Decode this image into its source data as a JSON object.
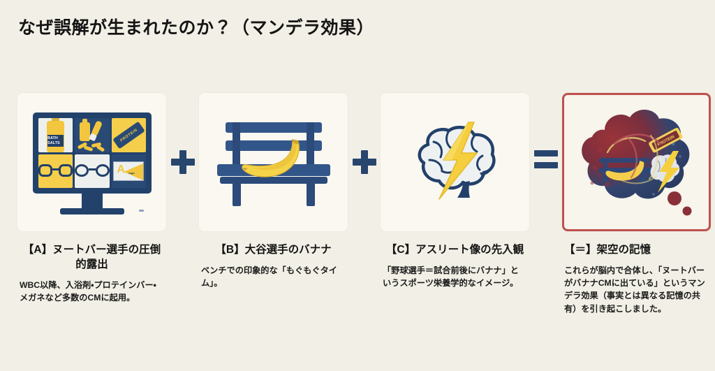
{
  "page": {
    "title": "なぜ誤解が生まれたのか？（マンデラ効果）",
    "background_color": "#f2f0e6",
    "accent_navy": "#28456e",
    "accent_yellow": "#f2c63e",
    "highlight_border": "#c0504d"
  },
  "operators": {
    "plus_1": "+",
    "plus_2": "+",
    "equals": "="
  },
  "panels": [
    {
      "id": "A",
      "icon_name": "tv-monitor-cm-grid",
      "heading": "【A】ヌートバー選手の圧倒的露出",
      "body": "WBC以降、入浴剤・プロテインバー・メガネなど多数のCMに起用。",
      "highlighted": false,
      "tv_tiles": [
        {
          "name": "bath-salts-bottle",
          "label": "BATH SALTS"
        },
        {
          "name": "spray-bottle-brush",
          "label": ""
        },
        {
          "name": "protein-bar",
          "label": "PROTEIN"
        },
        {
          "name": "eyeglasses-yellow",
          "label": ""
        },
        {
          "name": "eyeglasses-round",
          "label": ""
        },
        {
          "name": "brand-logo",
          "label": "A"
        }
      ]
    },
    {
      "id": "B",
      "icon_name": "banana-on-park-bench",
      "heading": "【B】大谷選手のバナナ",
      "body": "ベンチでの印象的な「もぐもぐタイム」。",
      "highlighted": false
    },
    {
      "id": "C",
      "icon_name": "brain-with-lightning-bolt",
      "heading": "【C】アスリート像の先入観",
      "body": "「野球選手＝試合前後にバナナ」というスポーツ栄養学的なイメージ。",
      "highlighted": false
    },
    {
      "id": "=",
      "icon_name": "thought-cloud-false-memory",
      "heading": "【＝】架空の記憶",
      "body": "これらが脳内で合体し、「ヌートバーがバナナCMに出ている」というマンデラ効果（事実とは異なる記憶の共有）を引き起こしました。",
      "highlighted": true
    }
  ]
}
